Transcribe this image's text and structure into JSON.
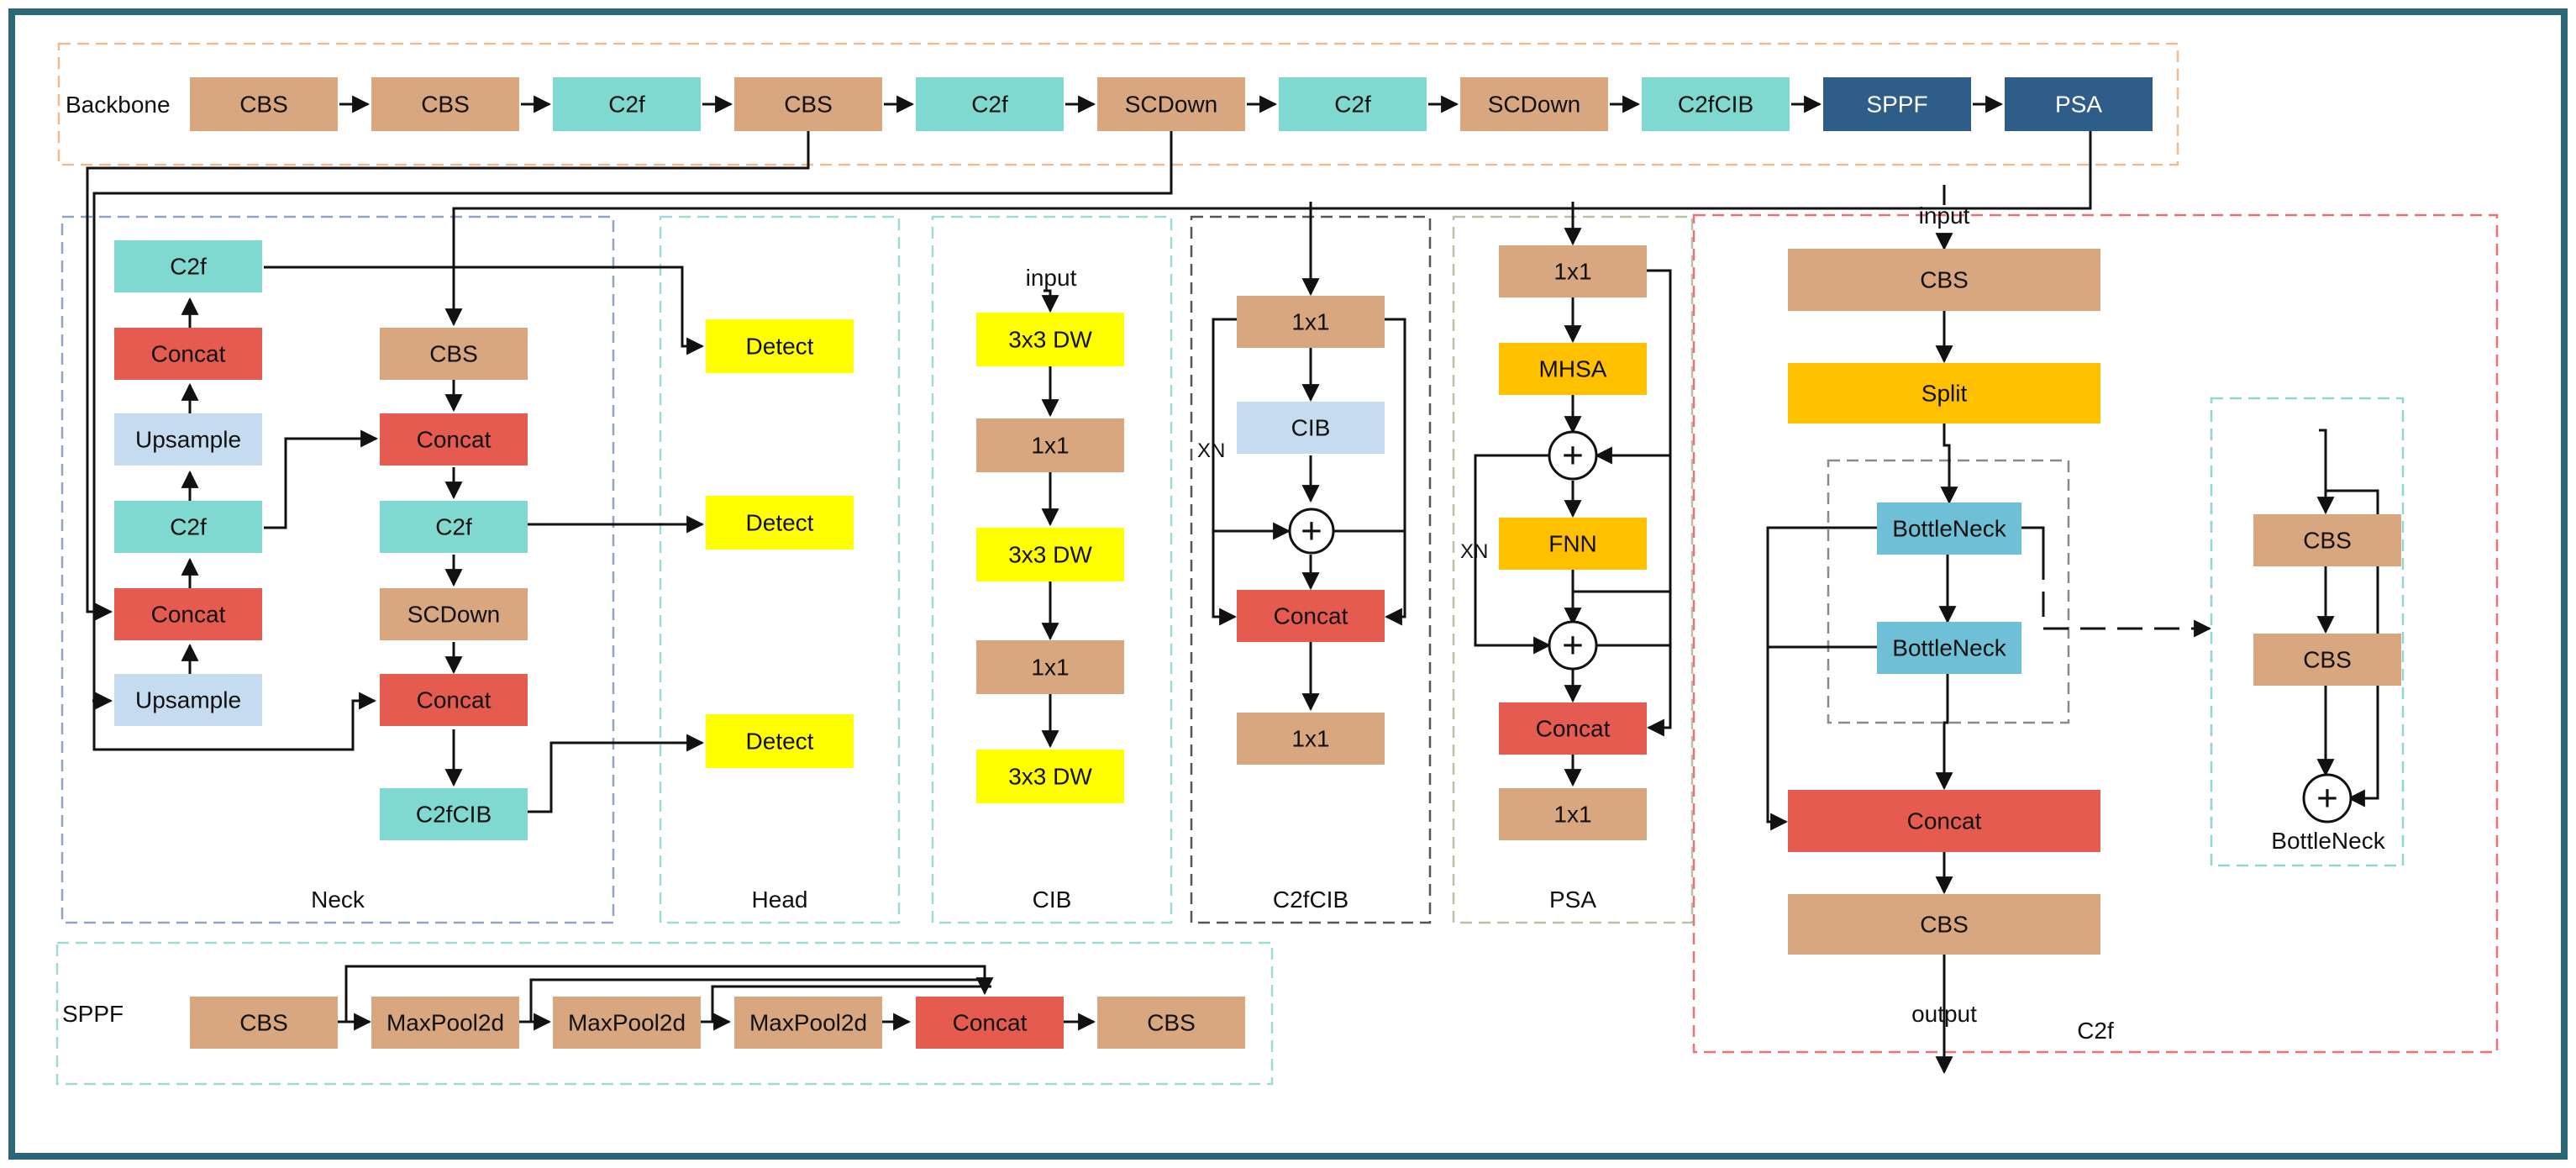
{
  "colors": {
    "CBS": "#d8a780",
    "C2f": "#7fd9d1",
    "SPPF": "#2f5d8a",
    "Concat": "#e55b4f",
    "Upsample": "#c5dcf0",
    "Detect": "#ffff00",
    "DW": "#ffff00",
    "MHSA": "#ffc000",
    "CIB": "#c5dcf0",
    "BottleNeck": "#6fbfd6"
  },
  "labels": {
    "backbone": "Backbone",
    "neck": "Neck",
    "head": "Head",
    "cib": "CIB",
    "c2fcib": "C2fCIB",
    "psa": "PSA",
    "c2f": "C2f",
    "sppf": "SPPF",
    "bottleneck": "BottleNeck",
    "input": "input",
    "output": "output",
    "xn": "XN"
  },
  "backbone": [
    "CBS",
    "CBS",
    "C2f",
    "CBS",
    "C2f",
    "SCDown",
    "C2f",
    "SCDown",
    "C2fCIB",
    "SPPF",
    "PSA"
  ],
  "neck": {
    "left": [
      "C2f",
      "Concat",
      "Upsample",
      "C2f",
      "Concat",
      "Upsample"
    ],
    "right": [
      "CBS",
      "Concat",
      "C2f",
      "SCDown",
      "Concat",
      "C2fCIB"
    ]
  },
  "head": [
    "Detect",
    "Detect",
    "Detect"
  ],
  "cib": [
    "3x3 DW",
    "1x1",
    "3x3 DW",
    "1x1",
    "3x3 DW"
  ],
  "c2fcib_blocks": [
    "1x1",
    "CIB",
    "Concat",
    "1x1"
  ],
  "psa_blocks": [
    "1x1",
    "MHSA",
    "FNN",
    "Concat",
    "1x1"
  ],
  "c2f_blocks": [
    "CBS",
    "Split",
    "BottleNeck",
    "BottleNeck",
    "Concat",
    "CBS"
  ],
  "bottleneck_blocks": [
    "CBS",
    "CBS"
  ],
  "sppf_blocks": [
    "CBS",
    "MaxPool2d",
    "MaxPool2d",
    "MaxPool2d",
    "Concat",
    "CBS"
  ]
}
